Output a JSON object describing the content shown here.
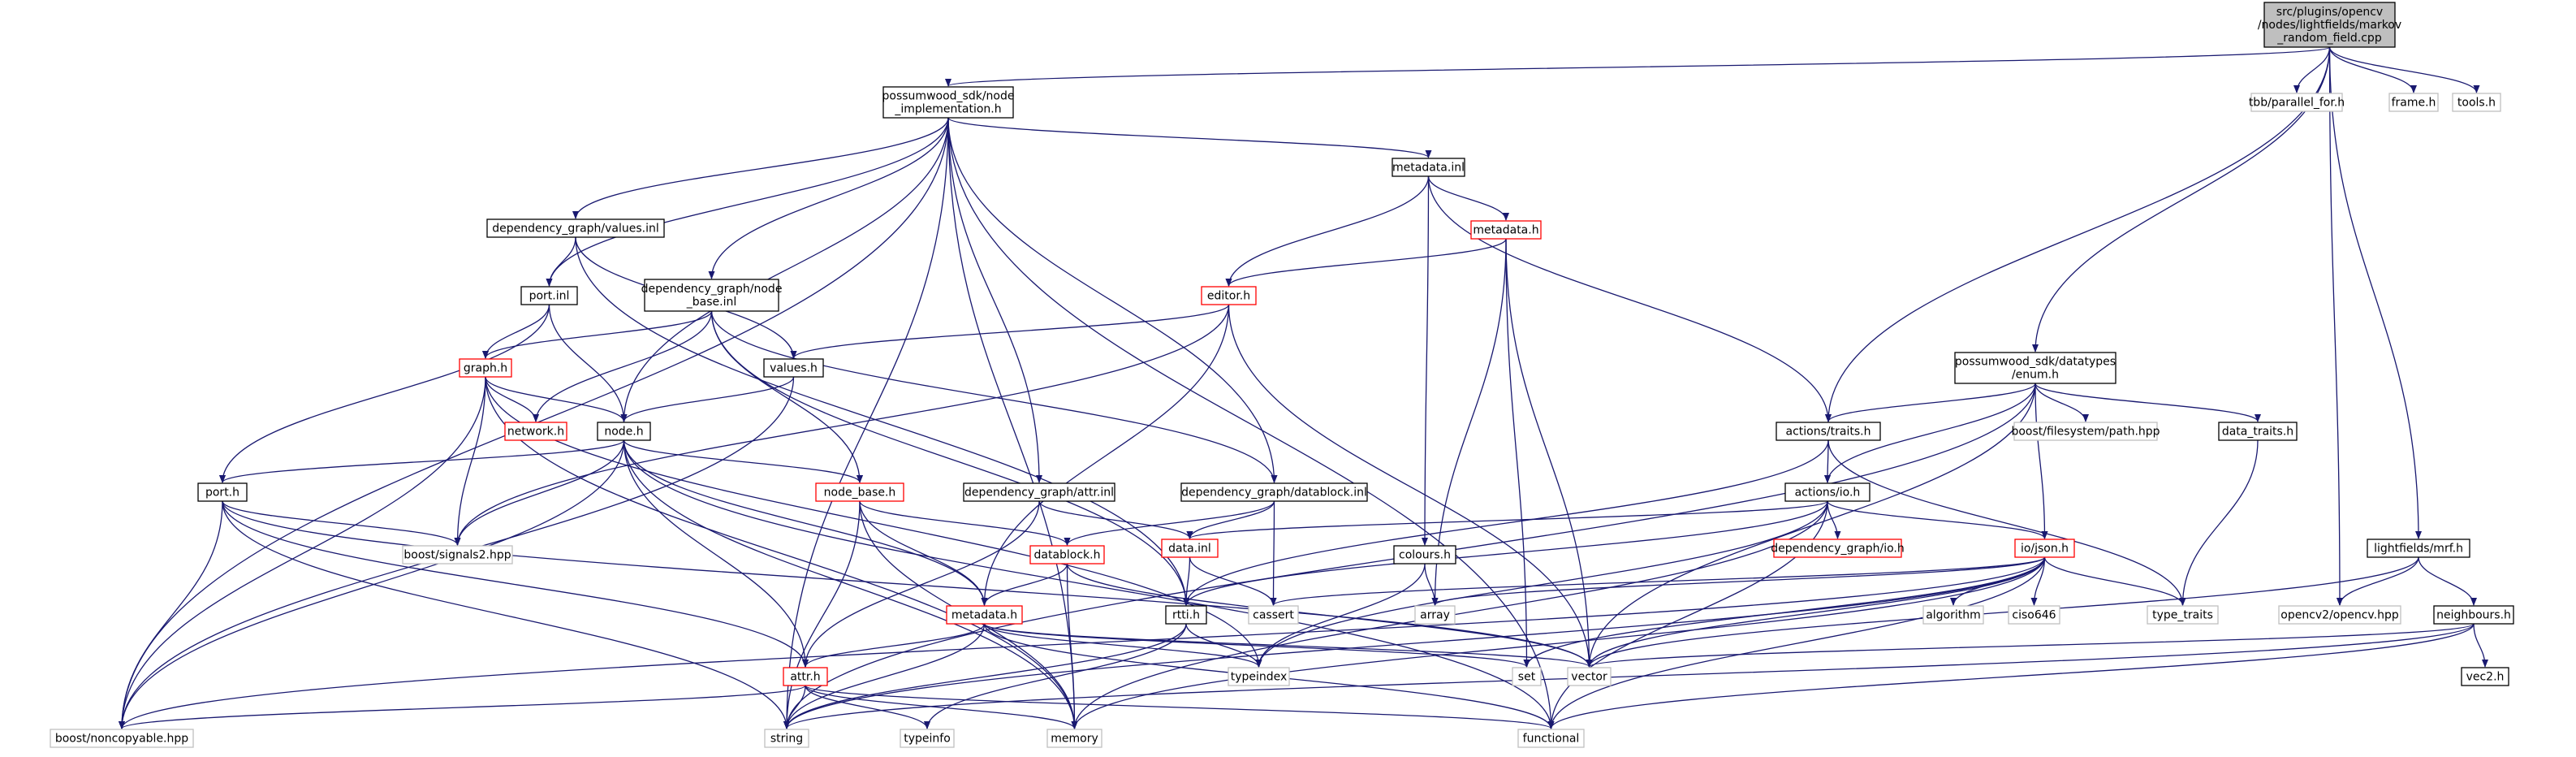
{
  "colors": {
    "root_fill": "#bfbfbf",
    "normal_border": "#000000",
    "truncated_border": "#ff0000",
    "external_border": "#bfbfbf",
    "edge": "#191970",
    "text": "#000000"
  },
  "nodes": [
    {
      "id": "root",
      "lines": [
        "src/plugins/opencv",
        "/nodes/lightfields/markov",
        "_random_field.cpp"
      ],
      "kind": "root"
    },
    {
      "id": "node_impl",
      "lines": [
        "possumwood_sdk/node",
        "_implementation.h"
      ],
      "kind": "normal"
    },
    {
      "id": "tbb_parallel",
      "lines": [
        "tbb/parallel_for.h"
      ],
      "kind": "external"
    },
    {
      "id": "frame_h",
      "lines": [
        "frame.h"
      ],
      "kind": "external"
    },
    {
      "id": "tools_h",
      "lines": [
        "tools.h"
      ],
      "kind": "external"
    },
    {
      "id": "metadata_inl",
      "lines": [
        "metadata.inl"
      ],
      "kind": "normal"
    },
    {
      "id": "dg_values_inl",
      "lines": [
        "dependency_graph/values.inl"
      ],
      "kind": "normal"
    },
    {
      "id": "metadata_h_top",
      "lines": [
        "metadata.h"
      ],
      "kind": "truncated"
    },
    {
      "id": "port_inl",
      "lines": [
        "port.inl"
      ],
      "kind": "normal"
    },
    {
      "id": "dg_node_base_inl",
      "lines": [
        "dependency_graph/node",
        "_base.inl"
      ],
      "kind": "normal"
    },
    {
      "id": "editor_h",
      "lines": [
        "editor.h"
      ],
      "kind": "truncated"
    },
    {
      "id": "enum_h",
      "lines": [
        "possumwood_sdk/datatypes",
        "/enum.h"
      ],
      "kind": "normal"
    },
    {
      "id": "graph_h",
      "lines": [
        "graph.h"
      ],
      "kind": "truncated"
    },
    {
      "id": "values_h",
      "lines": [
        "values.h"
      ],
      "kind": "normal"
    },
    {
      "id": "network_h",
      "lines": [
        "network.h"
      ],
      "kind": "truncated"
    },
    {
      "id": "node_h",
      "lines": [
        "node.h"
      ],
      "kind": "normal"
    },
    {
      "id": "actions_traits_h",
      "lines": [
        "actions/traits.h"
      ],
      "kind": "normal"
    },
    {
      "id": "boost_fs_path",
      "lines": [
        "boost/filesystem/path.hpp"
      ],
      "kind": "external"
    },
    {
      "id": "data_traits_h",
      "lines": [
        "data_traits.h"
      ],
      "kind": "normal"
    },
    {
      "id": "port_h",
      "lines": [
        "port.h"
      ],
      "kind": "normal"
    },
    {
      "id": "node_base_h",
      "lines": [
        "node_base.h"
      ],
      "kind": "truncated"
    },
    {
      "id": "dg_attr_inl",
      "lines": [
        "dependency_graph/attr.inl"
      ],
      "kind": "normal"
    },
    {
      "id": "dg_datablock_inl",
      "lines": [
        "dependency_graph/datablock.inl"
      ],
      "kind": "normal"
    },
    {
      "id": "actions_io_h",
      "lines": [
        "actions/io.h"
      ],
      "kind": "normal"
    },
    {
      "id": "boost_signals2",
      "lines": [
        "boost/signals2.hpp"
      ],
      "kind": "external"
    },
    {
      "id": "data_inl",
      "lines": [
        "data.inl"
      ],
      "kind": "truncated"
    },
    {
      "id": "dg_io_h",
      "lines": [
        "dependency_graph/io.h"
      ],
      "kind": "truncated"
    },
    {
      "id": "io_json_h",
      "lines": [
        "io/json.h"
      ],
      "kind": "truncated"
    },
    {
      "id": "lightfields_mrf_h",
      "lines": [
        "lightfields/mrf.h"
      ],
      "kind": "normal"
    },
    {
      "id": "datablock_h",
      "lines": [
        "datablock.h"
      ],
      "kind": "truncated"
    },
    {
      "id": "colours_h",
      "lines": [
        "colours.h"
      ],
      "kind": "normal"
    },
    {
      "id": "rtti_h",
      "lines": [
        "rtti.h"
      ],
      "kind": "normal"
    },
    {
      "id": "cassert",
      "lines": [
        "cassert"
      ],
      "kind": "external"
    },
    {
      "id": "array",
      "lines": [
        "array"
      ],
      "kind": "external"
    },
    {
      "id": "algorithm",
      "lines": [
        "algorithm"
      ],
      "kind": "external"
    },
    {
      "id": "ciso646",
      "lines": [
        "ciso646"
      ],
      "kind": "external"
    },
    {
      "id": "type_traits",
      "lines": [
        "type_traits"
      ],
      "kind": "external"
    },
    {
      "id": "opencv_hpp",
      "lines": [
        "opencv2/opencv.hpp"
      ],
      "kind": "external"
    },
    {
      "id": "neighbours_h",
      "lines": [
        "neighbours.h"
      ],
      "kind": "normal"
    },
    {
      "id": "metadata_h",
      "lines": [
        "metadata.h"
      ],
      "kind": "truncated"
    },
    {
      "id": "attr_h",
      "lines": [
        "attr.h"
      ],
      "kind": "truncated"
    },
    {
      "id": "typeindex",
      "lines": [
        "typeindex"
      ],
      "kind": "external"
    },
    {
      "id": "set",
      "lines": [
        "set"
      ],
      "kind": "external"
    },
    {
      "id": "vector",
      "lines": [
        "vector"
      ],
      "kind": "external"
    },
    {
      "id": "vec2_h",
      "lines": [
        "vec2.h"
      ],
      "kind": "normal"
    },
    {
      "id": "boost_noncopyable",
      "lines": [
        "boost/noncopyable.hpp"
      ],
      "kind": "external"
    },
    {
      "id": "string",
      "lines": [
        "string"
      ],
      "kind": "external"
    },
    {
      "id": "typeinfo",
      "lines": [
        "typeinfo"
      ],
      "kind": "external"
    },
    {
      "id": "memory",
      "lines": [
        "memory"
      ],
      "kind": "external"
    },
    {
      "id": "functional",
      "lines": [
        "functional"
      ],
      "kind": "external"
    }
  ],
  "edges": [
    [
      "root",
      "node_impl"
    ],
    [
      "root",
      "tbb_parallel"
    ],
    [
      "root",
      "frame_h"
    ],
    [
      "root",
      "tools_h"
    ],
    [
      "root",
      "enum_h"
    ],
    [
      "root",
      "actions_traits_h"
    ],
    [
      "root",
      "lightfields_mrf_h"
    ],
    [
      "root",
      "opencv_hpp"
    ],
    [
      "node_impl",
      "metadata_inl"
    ],
    [
      "node_impl",
      "dg_values_inl"
    ],
    [
      "node_impl",
      "port_inl"
    ],
    [
      "node_impl",
      "dg_node_base_inl"
    ],
    [
      "node_impl",
      "node_h"
    ],
    [
      "node_impl",
      "dg_attr_inl"
    ],
    [
      "node_impl",
      "dg_datablock_inl"
    ],
    [
      "node_impl",
      "boost_noncopyable"
    ],
    [
      "node_impl",
      "string"
    ],
    [
      "node_impl",
      "memory"
    ],
    [
      "node_impl",
      "functional"
    ],
    [
      "metadata_inl",
      "metadata_h_top"
    ],
    [
      "metadata_inl",
      "editor_h"
    ],
    [
      "metadata_inl",
      "colours_h"
    ],
    [
      "metadata_inl",
      "actions_traits_h"
    ],
    [
      "metadata_h_top",
      "editor_h"
    ],
    [
      "metadata_h_top",
      "array"
    ],
    [
      "metadata_h_top",
      "set"
    ],
    [
      "metadata_h_top",
      "vector"
    ],
    [
      "editor_h",
      "values_h"
    ],
    [
      "editor_h",
      "boost_signals2"
    ],
    [
      "editor_h",
      "metadata_h"
    ],
    [
      "editor_h",
      "vector"
    ],
    [
      "dg_values_inl",
      "port_inl"
    ],
    [
      "dg_values_inl",
      "values_h"
    ],
    [
      "dg_values_inl",
      "rtti_h"
    ],
    [
      "port_inl",
      "graph_h"
    ],
    [
      "port_inl",
      "node_h"
    ],
    [
      "port_inl",
      "port_h"
    ],
    [
      "dg_node_base_inl",
      "graph_h"
    ],
    [
      "dg_node_base_inl",
      "network_h"
    ],
    [
      "dg_node_base_inl",
      "node_base_h"
    ],
    [
      "dg_node_base_inl",
      "rtti_h"
    ],
    [
      "dg_node_base_inl",
      "dg_datablock_inl"
    ],
    [
      "graph_h",
      "network_h"
    ],
    [
      "graph_h",
      "node_h"
    ],
    [
      "graph_h",
      "boost_signals2"
    ],
    [
      "graph_h",
      "boost_noncopyable"
    ],
    [
      "graph_h",
      "memory"
    ],
    [
      "graph_h",
      "typeindex"
    ],
    [
      "values_h",
      "node_h"
    ],
    [
      "values_h",
      "boost_noncopyable"
    ],
    [
      "node_h",
      "port_h"
    ],
    [
      "node_h",
      "node_base_h"
    ],
    [
      "node_h",
      "boost_signals2"
    ],
    [
      "node_h",
      "metadata_h"
    ],
    [
      "node_h",
      "attr_h"
    ],
    [
      "node_h",
      "boost_noncopyable"
    ],
    [
      "node_h",
      "memory"
    ],
    [
      "node_h",
      "functional"
    ],
    [
      "port_h",
      "boost_signals2"
    ],
    [
      "port_h",
      "attr_h"
    ],
    [
      "port_h",
      "boost_noncopyable"
    ],
    [
      "port_h",
      "string"
    ],
    [
      "port_h",
      "vector"
    ],
    [
      "node_base_h",
      "datablock_h"
    ],
    [
      "node_base_h",
      "metadata_h"
    ],
    [
      "node_base_h",
      "string"
    ],
    [
      "node_base_h",
      "memory"
    ],
    [
      "dg_attr_inl",
      "data_inl"
    ],
    [
      "dg_attr_inl",
      "attr_h"
    ],
    [
      "dg_datablock_inl",
      "datablock_h"
    ],
    [
      "dg_datablock_inl",
      "data_inl"
    ],
    [
      "dg_datablock_inl",
      "cassert"
    ],
    [
      "datablock_h",
      "metadata_h"
    ],
    [
      "datablock_h",
      "memory"
    ],
    [
      "datablock_h",
      "vector"
    ],
    [
      "data_inl",
      "rtti_h"
    ],
    [
      "data_inl",
      "cassert"
    ],
    [
      "rtti_h",
      "typeindex"
    ],
    [
      "rtti_h",
      "string"
    ],
    [
      "rtti_h",
      "typeinfo"
    ],
    [
      "metadata_h",
      "attr_h"
    ],
    [
      "metadata_h",
      "string"
    ],
    [
      "metadata_h",
      "typeindex"
    ],
    [
      "metadata_h",
      "set"
    ],
    [
      "metadata_h",
      "vector"
    ],
    [
      "metadata_h",
      "functional"
    ],
    [
      "attr_h",
      "string"
    ],
    [
      "attr_h",
      "memory"
    ],
    [
      "attr_h",
      "typeinfo"
    ],
    [
      "attr_h",
      "boost_noncopyable"
    ],
    [
      "attr_h",
      "functional"
    ],
    [
      "colours_h",
      "array"
    ],
    [
      "colours_h",
      "typeindex"
    ],
    [
      "enum_h",
      "actions_traits_h"
    ],
    [
      "enum_h",
      "actions_io_h"
    ],
    [
      "enum_h",
      "boost_fs_path"
    ],
    [
      "enum_h",
      "data_traits_h"
    ],
    [
      "enum_h",
      "io_json_h"
    ],
    [
      "enum_h",
      "string"
    ],
    [
      "enum_h",
      "vector"
    ],
    [
      "actions_traits_h",
      "actions_io_h"
    ],
    [
      "actions_traits_h",
      "type_traits"
    ],
    [
      "actions_traits_h",
      "rtti_h"
    ],
    [
      "data_traits_h",
      "type_traits"
    ],
    [
      "actions_io_h",
      "data_inl"
    ],
    [
      "actions_io_h",
      "dg_io_h"
    ],
    [
      "actions_io_h",
      "io_json_h"
    ],
    [
      "actions_io_h",
      "rtti_h"
    ],
    [
      "actions_io_h",
      "typeindex"
    ],
    [
      "actions_io_h",
      "memory"
    ],
    [
      "actions_io_h",
      "functional"
    ],
    [
      "io_json_h",
      "cassert"
    ],
    [
      "io_json_h",
      "array"
    ],
    [
      "io_json_h",
      "algorithm"
    ],
    [
      "io_json_h",
      "ciso646"
    ],
    [
      "io_json_h",
      "type_traits"
    ],
    [
      "io_json_h",
      "set"
    ],
    [
      "io_json_h",
      "vector"
    ],
    [
      "io_json_h",
      "string"
    ],
    [
      "io_json_h",
      "memory"
    ],
    [
      "io_json_h",
      "functional"
    ],
    [
      "io_json_h",
      "boost_noncopyable"
    ],
    [
      "lightfields_mrf_h",
      "opencv_hpp"
    ],
    [
      "lightfields_mrf_h",
      "neighbours_h"
    ],
    [
      "lightfields_mrf_h",
      "vector"
    ],
    [
      "neighbours_h",
      "vec2_h"
    ],
    [
      "neighbours_h",
      "vector"
    ],
    [
      "neighbours_h",
      "string"
    ],
    [
      "neighbours_h",
      "functional"
    ]
  ]
}
